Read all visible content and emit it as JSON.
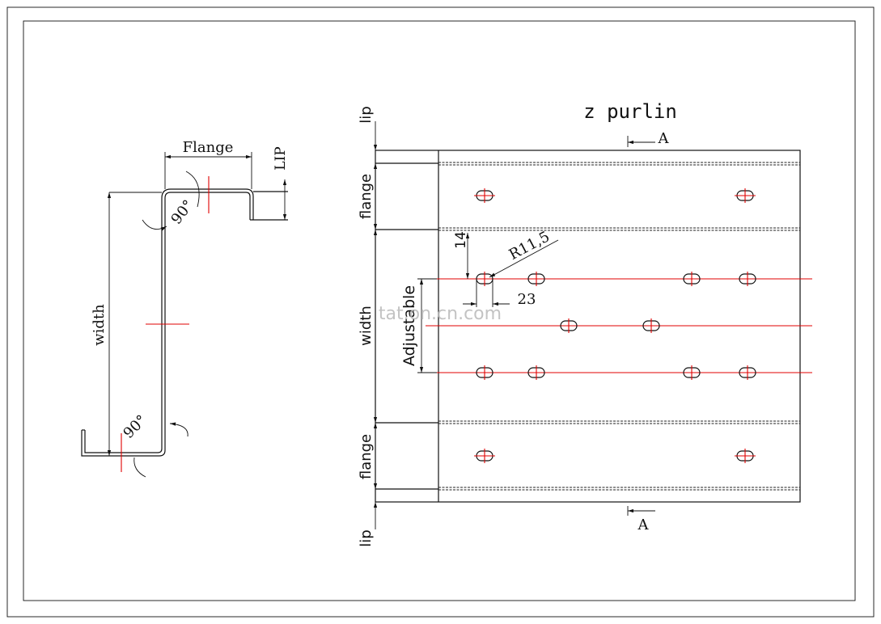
{
  "title": "z purlin",
  "watermark": "tat.on.cn.com",
  "profile_view": {
    "flange_label": "Flange",
    "lip_label": "LIP",
    "width_label": "width",
    "angle_top": "90°",
    "angle_bottom": "90°"
  },
  "plan_view": {
    "section_top": "A",
    "section_bottom": "A",
    "left_dims": [
      "lip",
      "flange",
      "width",
      "flange",
      "lip"
    ],
    "radius_label": "R11,5",
    "dim_14": "14",
    "dim_23": "23",
    "adjustable_label": "Adjustable"
  },
  "colors": {
    "line": "#111111",
    "centerline": "#e00000",
    "watermark": "#b9b9b9"
  }
}
